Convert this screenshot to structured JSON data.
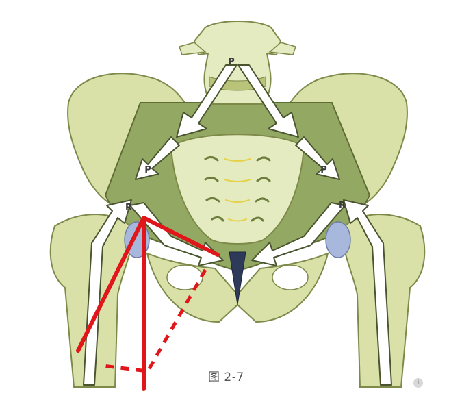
{
  "figure": {
    "caption": "图 2-7",
    "labels": {
      "top": "P",
      "mid_left": "P",
      "mid_right": "P",
      "low_left": "R",
      "low_right": "R"
    },
    "colors": {
      "bone": "#d9e1a9",
      "bone_outline": "#7d8a4a",
      "pelvic_ring": "#93a862",
      "cartilage": "#a8b8dc",
      "arrow_fill": "#ffffff",
      "arrow_outline": "#4a5530",
      "annotation": "#e0161b"
    },
    "icons": [
      "info-icon"
    ]
  }
}
